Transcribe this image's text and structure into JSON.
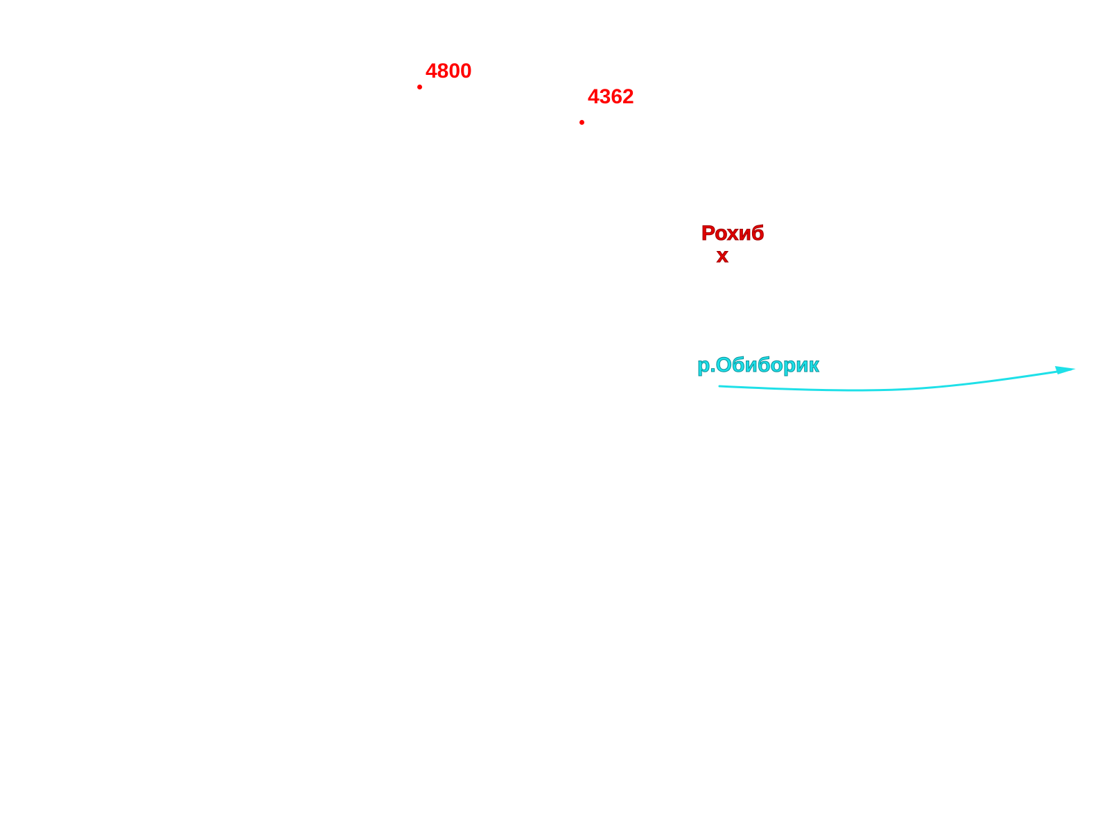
{
  "colors": {
    "elevation": "#ff0000",
    "pass": "#e00000",
    "river": "#1ee0e8"
  },
  "elevation_points": [
    {
      "label": "4800"
    },
    {
      "label": "4362"
    }
  ],
  "pass": {
    "name": "Рохиб",
    "marker": "х"
  },
  "river": {
    "name": "р.Обиборик"
  }
}
